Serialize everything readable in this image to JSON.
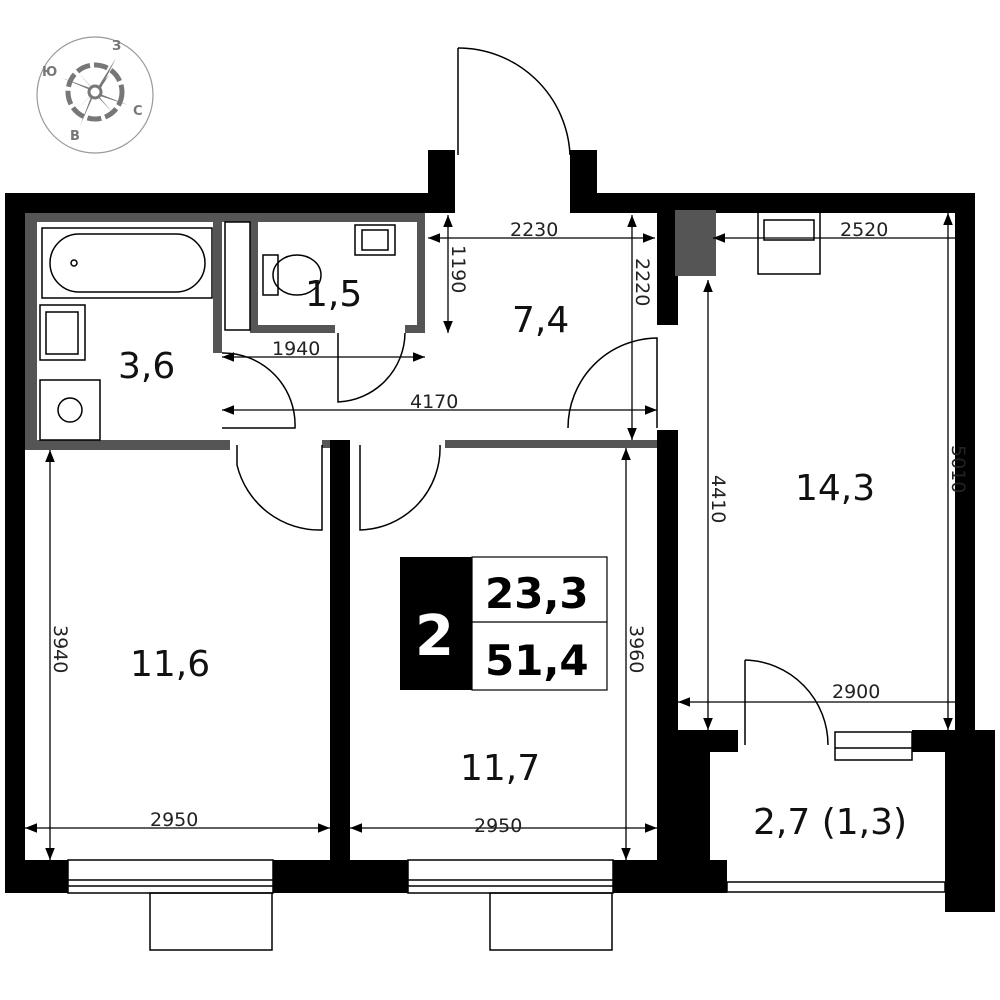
{
  "compass": {
    "north": "С",
    "south": "Ю",
    "east": "В",
    "west": "З"
  },
  "rooms": {
    "bathroom": "3,6",
    "toilet": "1,5",
    "hall": "7,4",
    "living": "14,3",
    "bedroom_left": "11,6",
    "bedroom_middle": "11,7",
    "balcony": "2,7 (1,3)"
  },
  "dimensions": {
    "hall_width": "2230",
    "hall_depth": "1190",
    "hall_side": "2220",
    "bath_width": "1940",
    "corridor_length": "4170",
    "kitchen_width": "2520",
    "living_depth": "5010",
    "living_inner_depth": "4410",
    "living_width": "2900",
    "left_room_depth": "3940",
    "left_room_width": "2950",
    "middle_room_depth": "3960",
    "middle_room_width": "2950"
  },
  "summary": {
    "rooms_count": "2",
    "living_area": "23,3",
    "total_area": "51,4"
  }
}
